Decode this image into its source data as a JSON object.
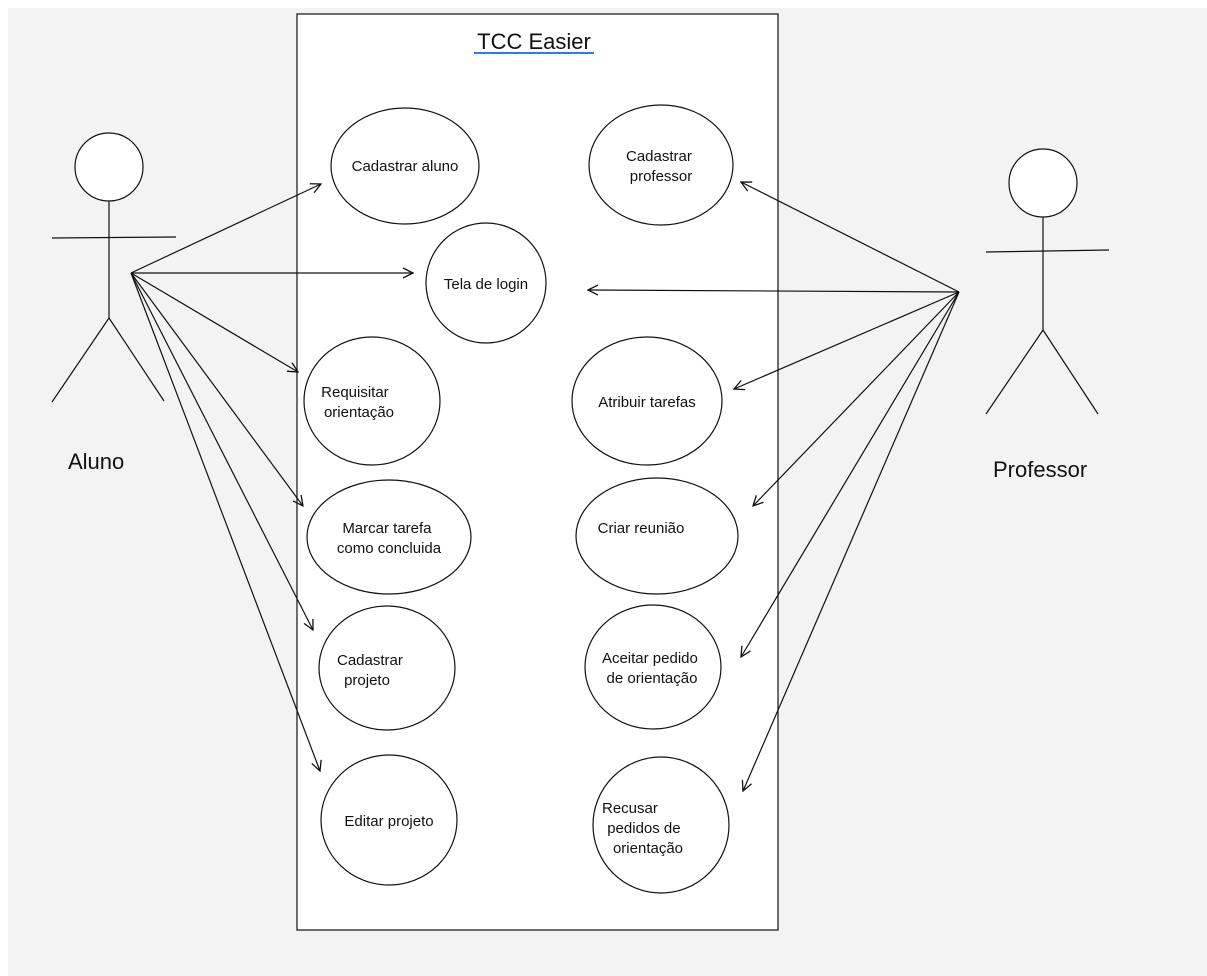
{
  "system": {
    "title": "TCC Easier",
    "underline_color": "#2f7de1"
  },
  "actors": {
    "aluno": {
      "label": "Aluno"
    },
    "professor": {
      "label": "Professor"
    }
  },
  "use_cases": {
    "cadastrar_aluno": [
      "Cadastrar aluno"
    ],
    "cadastrar_professor": [
      "Cadastrar",
      "professor"
    ],
    "tela_login": [
      "Tela de login"
    ],
    "requisitar_orientacao": [
      "Requisitar",
      "orientação"
    ],
    "atribuir_tarefas": [
      "Atribuir tarefas"
    ],
    "marcar_tarefa": [
      "Marcar tarefa",
      "como concluida"
    ],
    "criar_reuniao": [
      "Criar reunião"
    ],
    "cadastrar_projeto": [
      "Cadastrar",
      "projeto"
    ],
    "aceitar_pedido": [
      "Aceitar pedido",
      "de orientação"
    ],
    "editar_projeto": [
      "Editar projeto"
    ],
    "recusar_pedidos": [
      "Recusar",
      "pedidos de",
      "orientação"
    ]
  },
  "colors": {
    "canvas_background": "#f3f3f3",
    "line": "#111111",
    "shape_fill": "#ffffff"
  }
}
